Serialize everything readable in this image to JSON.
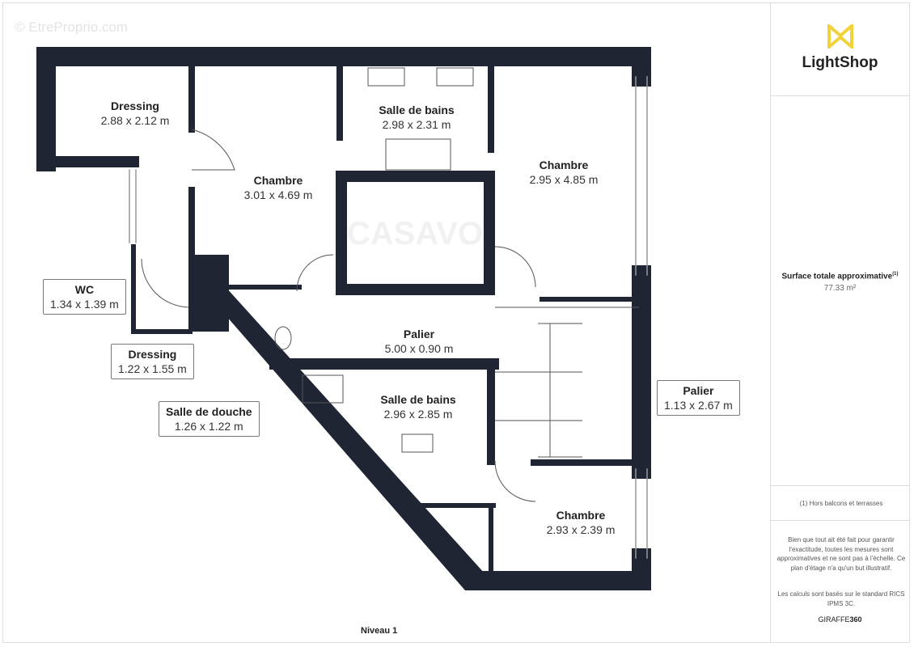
{
  "watermark": "© EtreProprio.com",
  "plan_watermark": "CASAVO",
  "colors": {
    "wall": "#1f2533",
    "logo_accent": "#f2d23a"
  },
  "rooms": [
    {
      "name": "Dressing",
      "size": "2.88 x 2.12 m"
    },
    {
      "name": "Chambre",
      "size": "3.01 x 4.69 m"
    },
    {
      "name": "Salle de bains",
      "size": "2.98 x 2.31 m"
    },
    {
      "name": "Chambre",
      "size": "2.95 x 4.85 m"
    },
    {
      "name": "WC",
      "size": "1.34 x 1.39 m"
    },
    {
      "name": "Dressing",
      "size": "1.22 x 1.55 m"
    },
    {
      "name": "Palier",
      "size": "5.00 x 0.90 m"
    },
    {
      "name": "Salle de douche",
      "size": "1.26 x 1.22 m"
    },
    {
      "name": "Salle de bains",
      "size": "2.96 x 2.85 m"
    },
    {
      "name": "Palier",
      "size": "1.13 x 2.67 m"
    },
    {
      "name": "Chambre",
      "size": "2.93 x 2.39 m"
    }
  ],
  "level": "Niveau 1",
  "sidebar": {
    "logo": "LightShop",
    "surface_label": "Surface totale approximative",
    "surface_sup": "(1)",
    "surface_value": "77.33 m²",
    "footnote": "(1) Hors balcons et terrasses",
    "disclaimer": "Bien que tout ait été fait pour garantir l'exactitude, toutes les mesures sont approximatives et ne sont pas à l'échelle. Ce plan d'étage n'a qu'un but illustratif.",
    "standard": "Les calculs sont basés sur le standard RICS IPMS 3C.",
    "brand_a": "GIRAFFE",
    "brand_b": "360"
  }
}
